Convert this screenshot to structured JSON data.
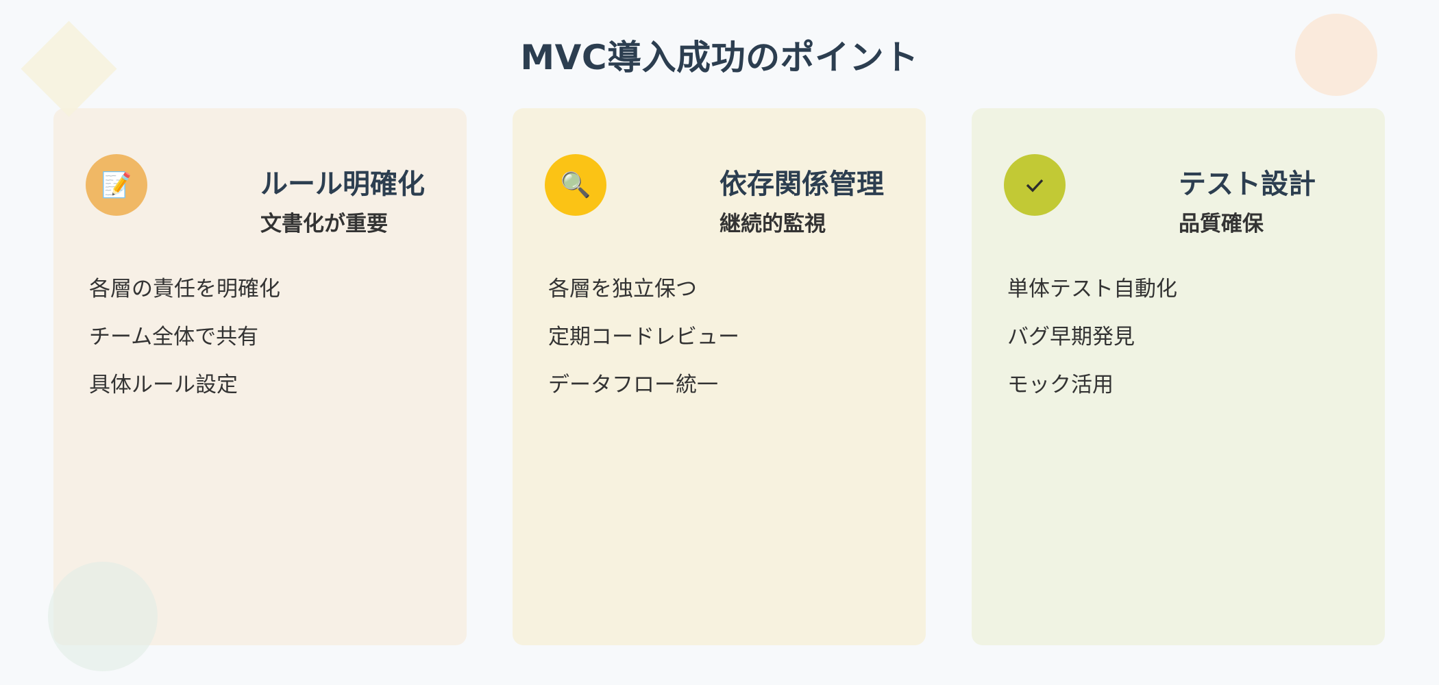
{
  "page": {
    "title": "MVC導入成功のポイント",
    "background": "#f7f9fb",
    "title_color": "#2c3e50"
  },
  "decorations": [
    {
      "shape": "diamond",
      "color": "#f7f2dc",
      "position": "top-left"
    },
    {
      "shape": "circle",
      "color": "#faeadc",
      "position": "top-right"
    },
    {
      "shape": "circle",
      "color": "#e1ece6",
      "position": "bottom-left"
    }
  ],
  "cards": [
    {
      "icon": "memo-pencil-icon",
      "icon_glyph": "📝",
      "icon_bg": "#f0b865",
      "card_bg": "#f7f0e6",
      "title": "ルール明確化",
      "subtitle": "文書化が重要",
      "items": [
        "各層の責任を明確化",
        "チーム全体で共有",
        "具体ルール設定"
      ]
    },
    {
      "icon": "magnifying-glass-icon",
      "icon_glyph": "🔍",
      "icon_bg": "#fbc315",
      "card_bg": "#f7f2df",
      "title": "依存関係管理",
      "subtitle": "継続的監視",
      "items": [
        "各層を独立保つ",
        "定期コードレビュー",
        "データフロー統一"
      ]
    },
    {
      "icon": "check-icon",
      "icon_glyph": "✓",
      "icon_bg": "#c2c935",
      "card_bg": "#f0f3e3",
      "title": "テスト設計",
      "subtitle": "品質確保",
      "items": [
        "単体テスト自動化",
        "バグ早期発見",
        "モック活用"
      ]
    }
  ]
}
